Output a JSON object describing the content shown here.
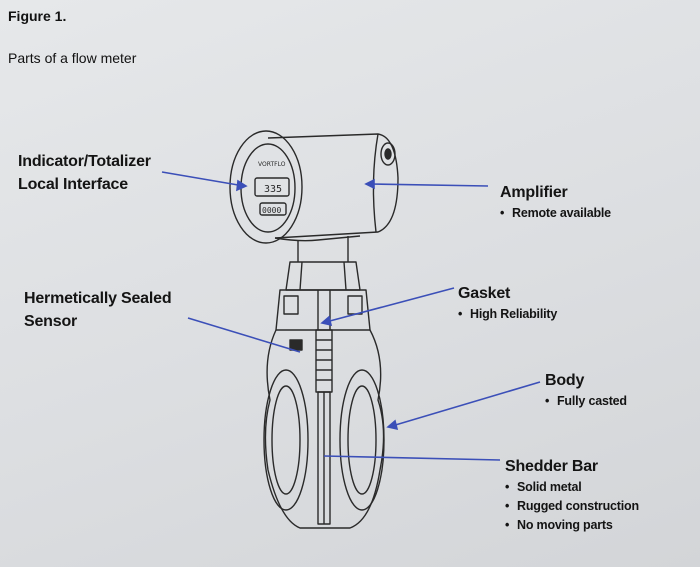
{
  "figure": {
    "title": "Figure 1.",
    "subtitle": "Parts of a flow meter"
  },
  "labels": {
    "indicator": {
      "line1": "Indicator/Totalizer",
      "line2": "Local Interface"
    },
    "amplifier": {
      "title": "Amplifier",
      "bullets": [
        "Remote available"
      ]
    },
    "sensor": {
      "line1": "Hermetically Sealed",
      "line2": "Sensor"
    },
    "gasket": {
      "title": "Gasket",
      "bullets": [
        "High Reliability"
      ]
    },
    "body": {
      "title": "Body",
      "bullets": [
        "Fully casted"
      ]
    },
    "shedder": {
      "title": "Shedder Bar",
      "bullets": [
        "Solid metal",
        "Rugged construction",
        "No moving parts"
      ]
    }
  },
  "display": {
    "brand": "VORTFLO",
    "reading": "335",
    "digits": "0000"
  },
  "colors": {
    "leader_line": "#3b4fb8",
    "drawing": "#2a2a2a",
    "background": "#dfe1e4"
  }
}
